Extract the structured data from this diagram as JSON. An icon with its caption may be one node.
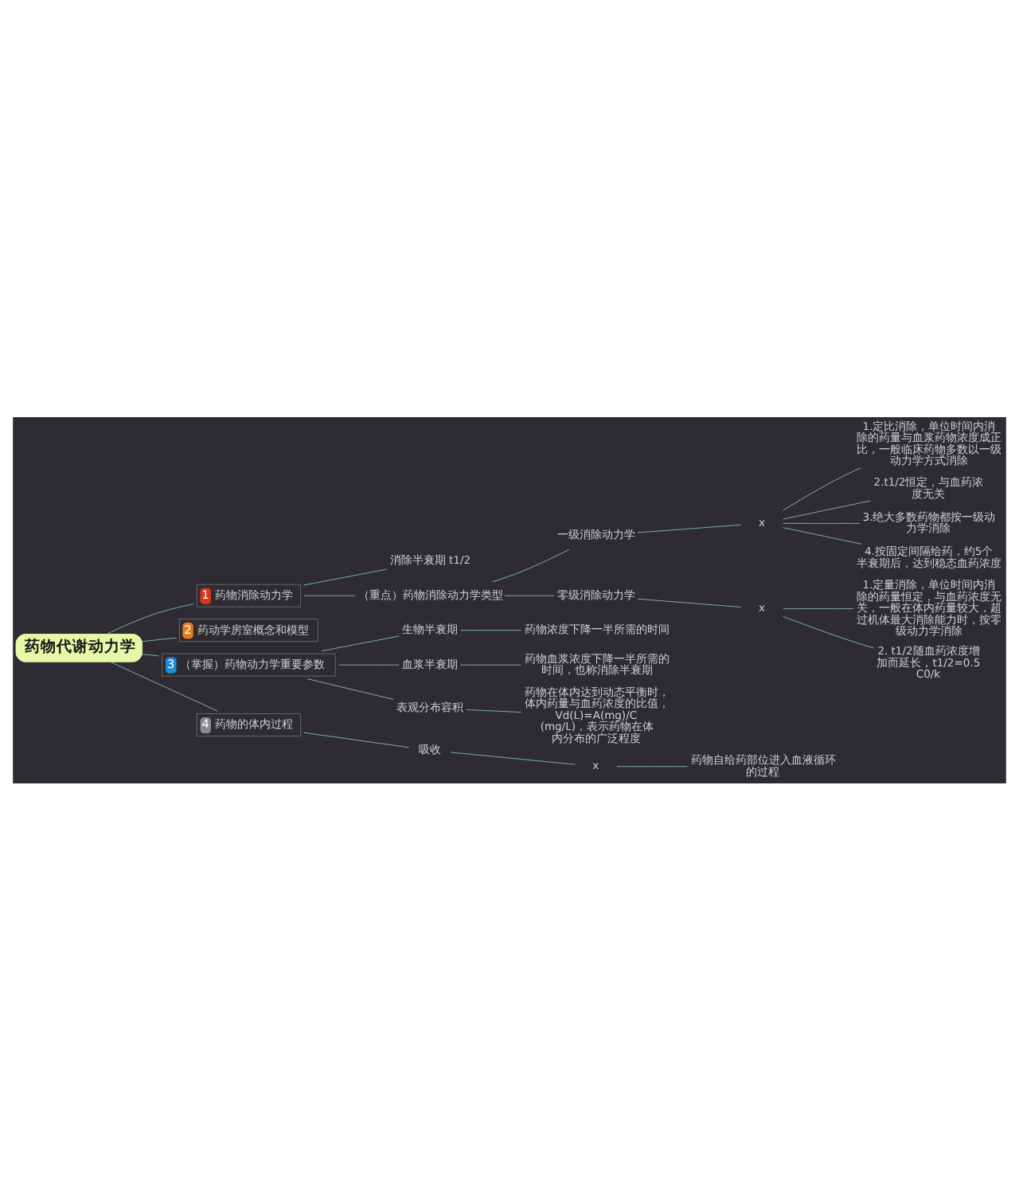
{
  "diagram": {
    "nodes": [
      {
        "text": [
          "药物代谢动力学"
        ]
      },
      {
        "text": [
          "1",
          "药物消除动力学"
        ]
      },
      {
        "text": [
          "消除半衰期 t1/2"
        ]
      },
      {
        "text": [
          "（重点）药物消除动力学类型"
        ]
      },
      {
        "text": [
          "一级消除动力学"
        ]
      },
      {
        "text": [
          "x"
        ]
      },
      {
        "text": [
          "1.定比消除，单位时间内消除的药量与血浆药物浓度成正比，一般临床药物多数以一级动力学方式消除"
        ]
      },
      {
        "text": [
          "2.t1/2恒定，与血药浓度无关"
        ]
      },
      {
        "text": [
          "3.绝大多数药物都按一级动力学消除"
        ]
      },
      {
        "text": [
          "4.按固定间隔给药，约5个半衰期后，达到稳态血药浓度"
        ]
      },
      {
        "text": [
          "零级消除动力学"
        ]
      },
      {
        "text": [
          "x"
        ]
      },
      {
        "text": [
          "1.定量消除，单位时间内消除的药量恒定，与血药浓度无关，一般在体内药量较大，超过机体最大消除能力时，按零级动力学消除"
        ]
      },
      {
        "text": [
          "2. t1/2随血药浓度增加而延长，t1/2=0.5C0/k"
        ]
      },
      {
        "text": [
          "2",
          "药动学房室概念和模型"
        ]
      },
      {
        "text": [
          "3",
          "（掌握）药物动力学重要参数"
        ]
      },
      {
        "text": [
          "生物半衰期"
        ]
      },
      {
        "text": [
          "药物浓度下降一半所需的时间"
        ]
      },
      {
        "text": [
          "血浆半衰期"
        ]
      },
      {
        "text": [
          "药物血浆浓度下降一半所需的时间，也称消除半衰期"
        ]
      },
      {
        "text": [
          "表观分布容积"
        ]
      },
      {
        "text": [
          "药物在体内达到动态平衡时，体内药量与血药浓度的比值，Vd(L)=A(mg)/C(mg/L)，表示药物在体内分布的广泛程度"
        ]
      },
      {
        "text": [
          "4",
          "药物的体内过程"
        ]
      },
      {
        "text": [
          "吸收"
        ]
      },
      {
        "text": [
          "x"
        ]
      },
      {
        "text": [
          "药物自给药部位进入血液循环的过程"
        ]
      }
    ],
    "edges": [
      {
        "from": 0,
        "to": 1,
        "arrow": "none"
      },
      {
        "from": 1,
        "to": 2,
        "arrow": "none"
      },
      {
        "from": 1,
        "to": 3,
        "arrow": "none"
      },
      {
        "from": 3,
        "to": 4,
        "arrow": "none"
      },
      {
        "from": 4,
        "to": 5,
        "arrow": "none"
      },
      {
        "from": 5,
        "to": 6,
        "arrow": "none"
      },
      {
        "from": 5,
        "to": 7,
        "arrow": "none"
      },
      {
        "from": 5,
        "to": 8,
        "arrow": "none"
      },
      {
        "from": 5,
        "to": 9,
        "arrow": "none"
      },
      {
        "from": 3,
        "to": 10,
        "arrow": "none"
      },
      {
        "from": 10,
        "to": 11,
        "arrow": "none"
      },
      {
        "from": 11,
        "to": 12,
        "arrow": "none"
      },
      {
        "from": 11,
        "to": 13,
        "arrow": "none"
      },
      {
        "from": 0,
        "to": 14,
        "arrow": "none"
      },
      {
        "from": 0,
        "to": 15,
        "arrow": "none"
      },
      {
        "from": 15,
        "to": 16,
        "arrow": "none"
      },
      {
        "from": 16,
        "to": 17,
        "arrow": "none"
      },
      {
        "from": 15,
        "to": 18,
        "arrow": "none"
      },
      {
        "from": 18,
        "to": 19,
        "arrow": "none"
      },
      {
        "from": 15,
        "to": 20,
        "arrow": "none"
      },
      {
        "from": 20,
        "to": 21,
        "arrow": "none"
      },
      {
        "from": 0,
        "to": 22,
        "arrow": "none"
      },
      {
        "from": 22,
        "to": 23,
        "arrow": "none"
      },
      {
        "from": 23,
        "to": 24,
        "arrow": "none"
      },
      {
        "from": 24,
        "to": 25,
        "arrow": "none"
      }
    ]
  }
}
